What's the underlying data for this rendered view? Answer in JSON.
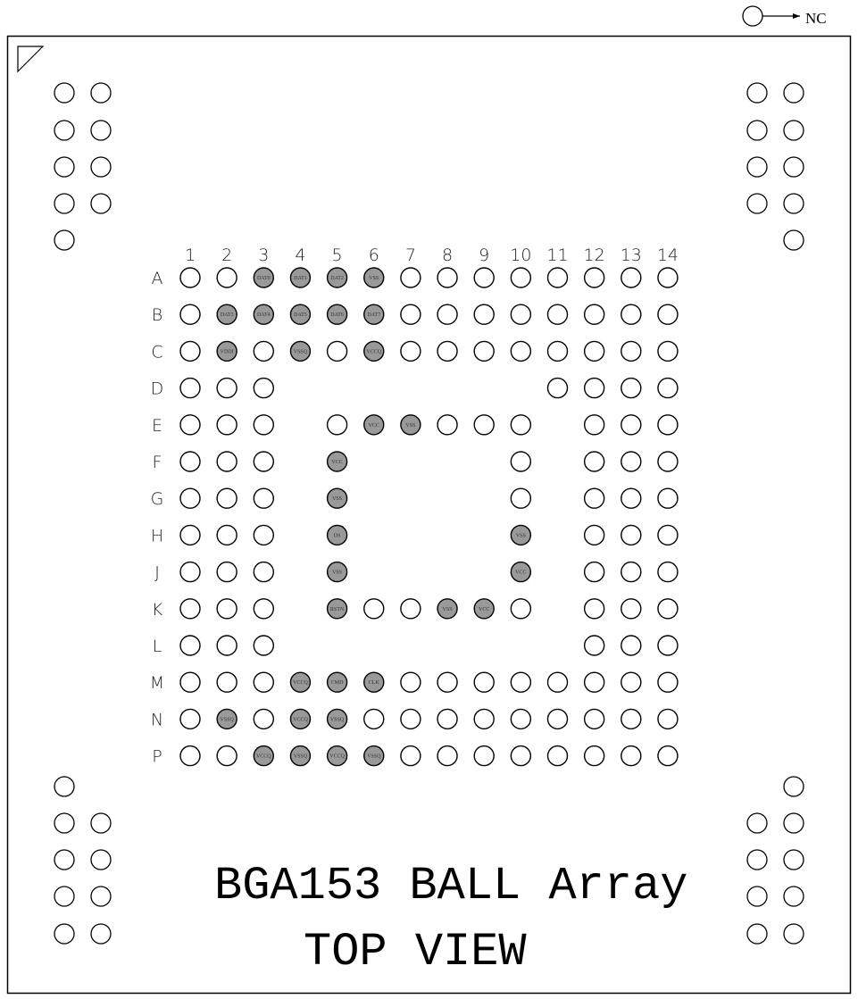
{
  "legend": {
    "symbol": "open-circle",
    "label": "NC"
  },
  "title_line1": "BGA153 BALL Array",
  "title_line2": "TOP VIEW",
  "colors": {
    "signal_fill": "#999999",
    "nc_fill": "#ffffff",
    "stroke": "#000000"
  },
  "columns": [
    "1",
    "2",
    "3",
    "4",
    "5",
    "6",
    "7",
    "8",
    "9",
    "10",
    "11",
    "12",
    "13",
    "14"
  ],
  "rows": [
    {
      "row": "A",
      "balls": [
        "",
        "",
        "DAT0",
        "DAT1",
        "DAT2",
        "VSS",
        "",
        "",
        "",
        "",
        "",
        "",
        "",
        ""
      ]
    },
    {
      "row": "B",
      "balls": [
        "",
        "DAT3",
        "DAT4",
        "DAT5",
        "DAT6",
        "DAT7",
        "",
        "",
        "",
        "",
        "",
        "",
        "",
        ""
      ]
    },
    {
      "row": "C",
      "balls": [
        "",
        "VDDI",
        "",
        "VSSQ",
        "",
        "VCCQ",
        "",
        "",
        "",
        "",
        "",
        "",
        "",
        ""
      ]
    },
    {
      "row": "D",
      "balls": [
        "",
        "",
        "",
        null,
        null,
        null,
        null,
        null,
        null,
        null,
        "",
        "",
        "",
        ""
      ]
    },
    {
      "row": "E",
      "balls": [
        "",
        "",
        "",
        null,
        "",
        "VCC",
        "VSS",
        "",
        "",
        "",
        null,
        "",
        "",
        ""
      ]
    },
    {
      "row": "F",
      "balls": [
        "",
        "",
        "",
        null,
        "VCC",
        null,
        null,
        null,
        null,
        "",
        null,
        "",
        "",
        ""
      ]
    },
    {
      "row": "G",
      "balls": [
        "",
        "",
        "",
        null,
        "VSS",
        null,
        null,
        null,
        null,
        "",
        null,
        "",
        "",
        ""
      ]
    },
    {
      "row": "H",
      "balls": [
        "",
        "",
        "",
        null,
        "DS",
        null,
        null,
        null,
        null,
        "VSS",
        null,
        "",
        "",
        ""
      ]
    },
    {
      "row": "J",
      "balls": [
        "",
        "",
        "",
        null,
        "VSS",
        null,
        null,
        null,
        null,
        "VCC",
        null,
        "",
        "",
        ""
      ]
    },
    {
      "row": "K",
      "balls": [
        "",
        "",
        "",
        null,
        "RSTN",
        "",
        "",
        "VSS",
        "VCC",
        "",
        null,
        "",
        "",
        ""
      ]
    },
    {
      "row": "L",
      "balls": [
        "",
        "",
        "",
        null,
        null,
        null,
        null,
        null,
        null,
        null,
        null,
        "",
        "",
        ""
      ]
    },
    {
      "row": "M",
      "balls": [
        "",
        "",
        "",
        "VCCQ",
        "CMD",
        "CLK",
        "",
        "",
        "",
        "",
        "",
        "",
        "",
        ""
      ]
    },
    {
      "row": "N",
      "balls": [
        "",
        "VSSQ",
        "",
        "VCCQ",
        "VSSQ",
        "",
        "",
        "",
        "",
        "",
        "",
        "",
        "",
        ""
      ]
    },
    {
      "row": "P",
      "balls": [
        "",
        "",
        "VCCQ",
        "VSSQ",
        "VCCQ",
        "VSSQ",
        "",
        "",
        "",
        "",
        "",
        "",
        "",
        ""
      ]
    }
  ]
}
